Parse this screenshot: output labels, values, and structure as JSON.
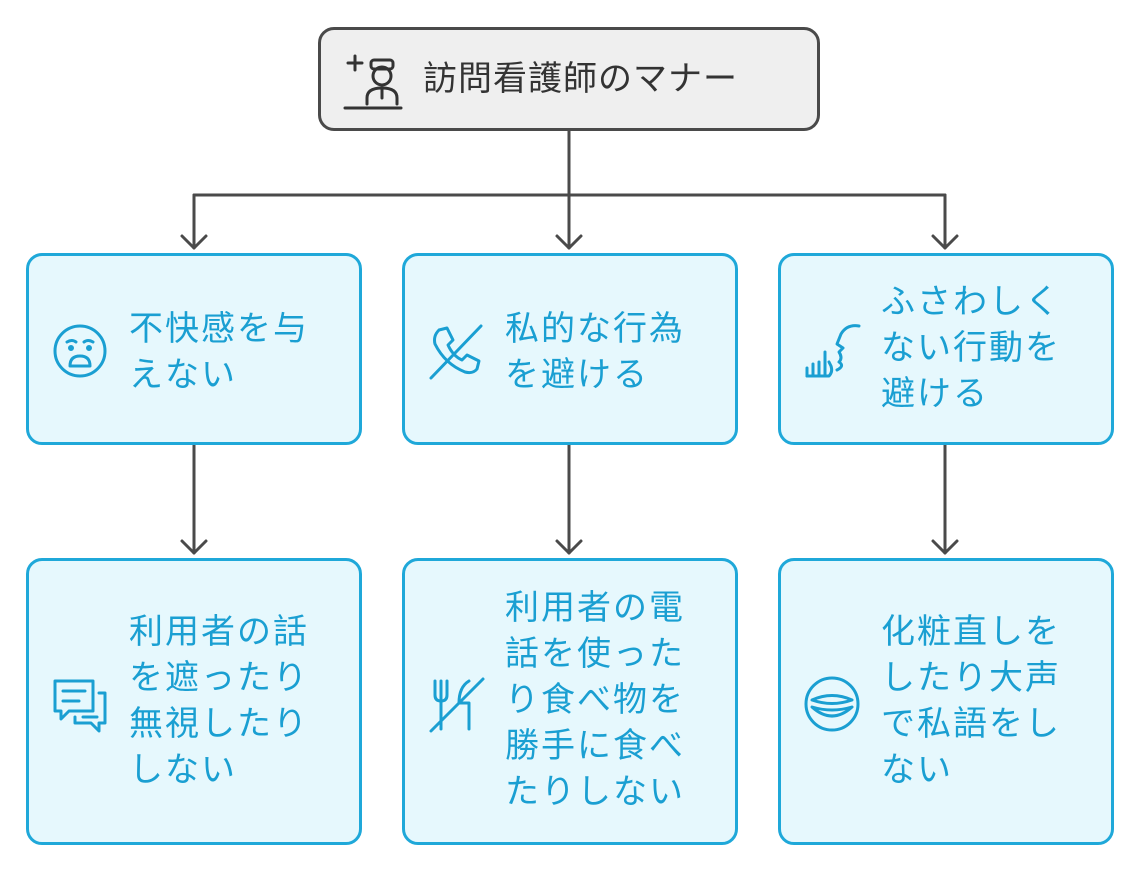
{
  "root": {
    "title": "訪問看護師のマナー",
    "icon": "nurse-icon"
  },
  "categories": [
    {
      "label": "不快感を与\nえない",
      "icon": "sad-face-icon",
      "detail": {
        "label": "利用者の話\nを遮ったり\n無視したり\nしない",
        "icon": "chat-message-icon"
      }
    },
    {
      "label": "私的な行為\nを避ける",
      "icon": "phone-off-icon",
      "detail": {
        "label": "利用者の電\n話を使った\nり食べ物を\n勝手に食べ\nたりしない",
        "icon": "no-eating-icon"
      }
    },
    {
      "label": "ふさわしく\nない行動を\n避ける",
      "icon": "shush-gesture-icon",
      "detail": {
        "label": "化粧直しを\nしたり大声\nで私語をし\nない",
        "icon": "mouth-icon"
      }
    }
  ],
  "colors": {
    "root_fill": "#efefef",
    "root_stroke": "#4a4a4a",
    "box_fill": "#e6f8fd",
    "box_stroke": "#1fa8d9",
    "text_blue": "#1a9fd2",
    "connector": "#4a4a4a"
  }
}
